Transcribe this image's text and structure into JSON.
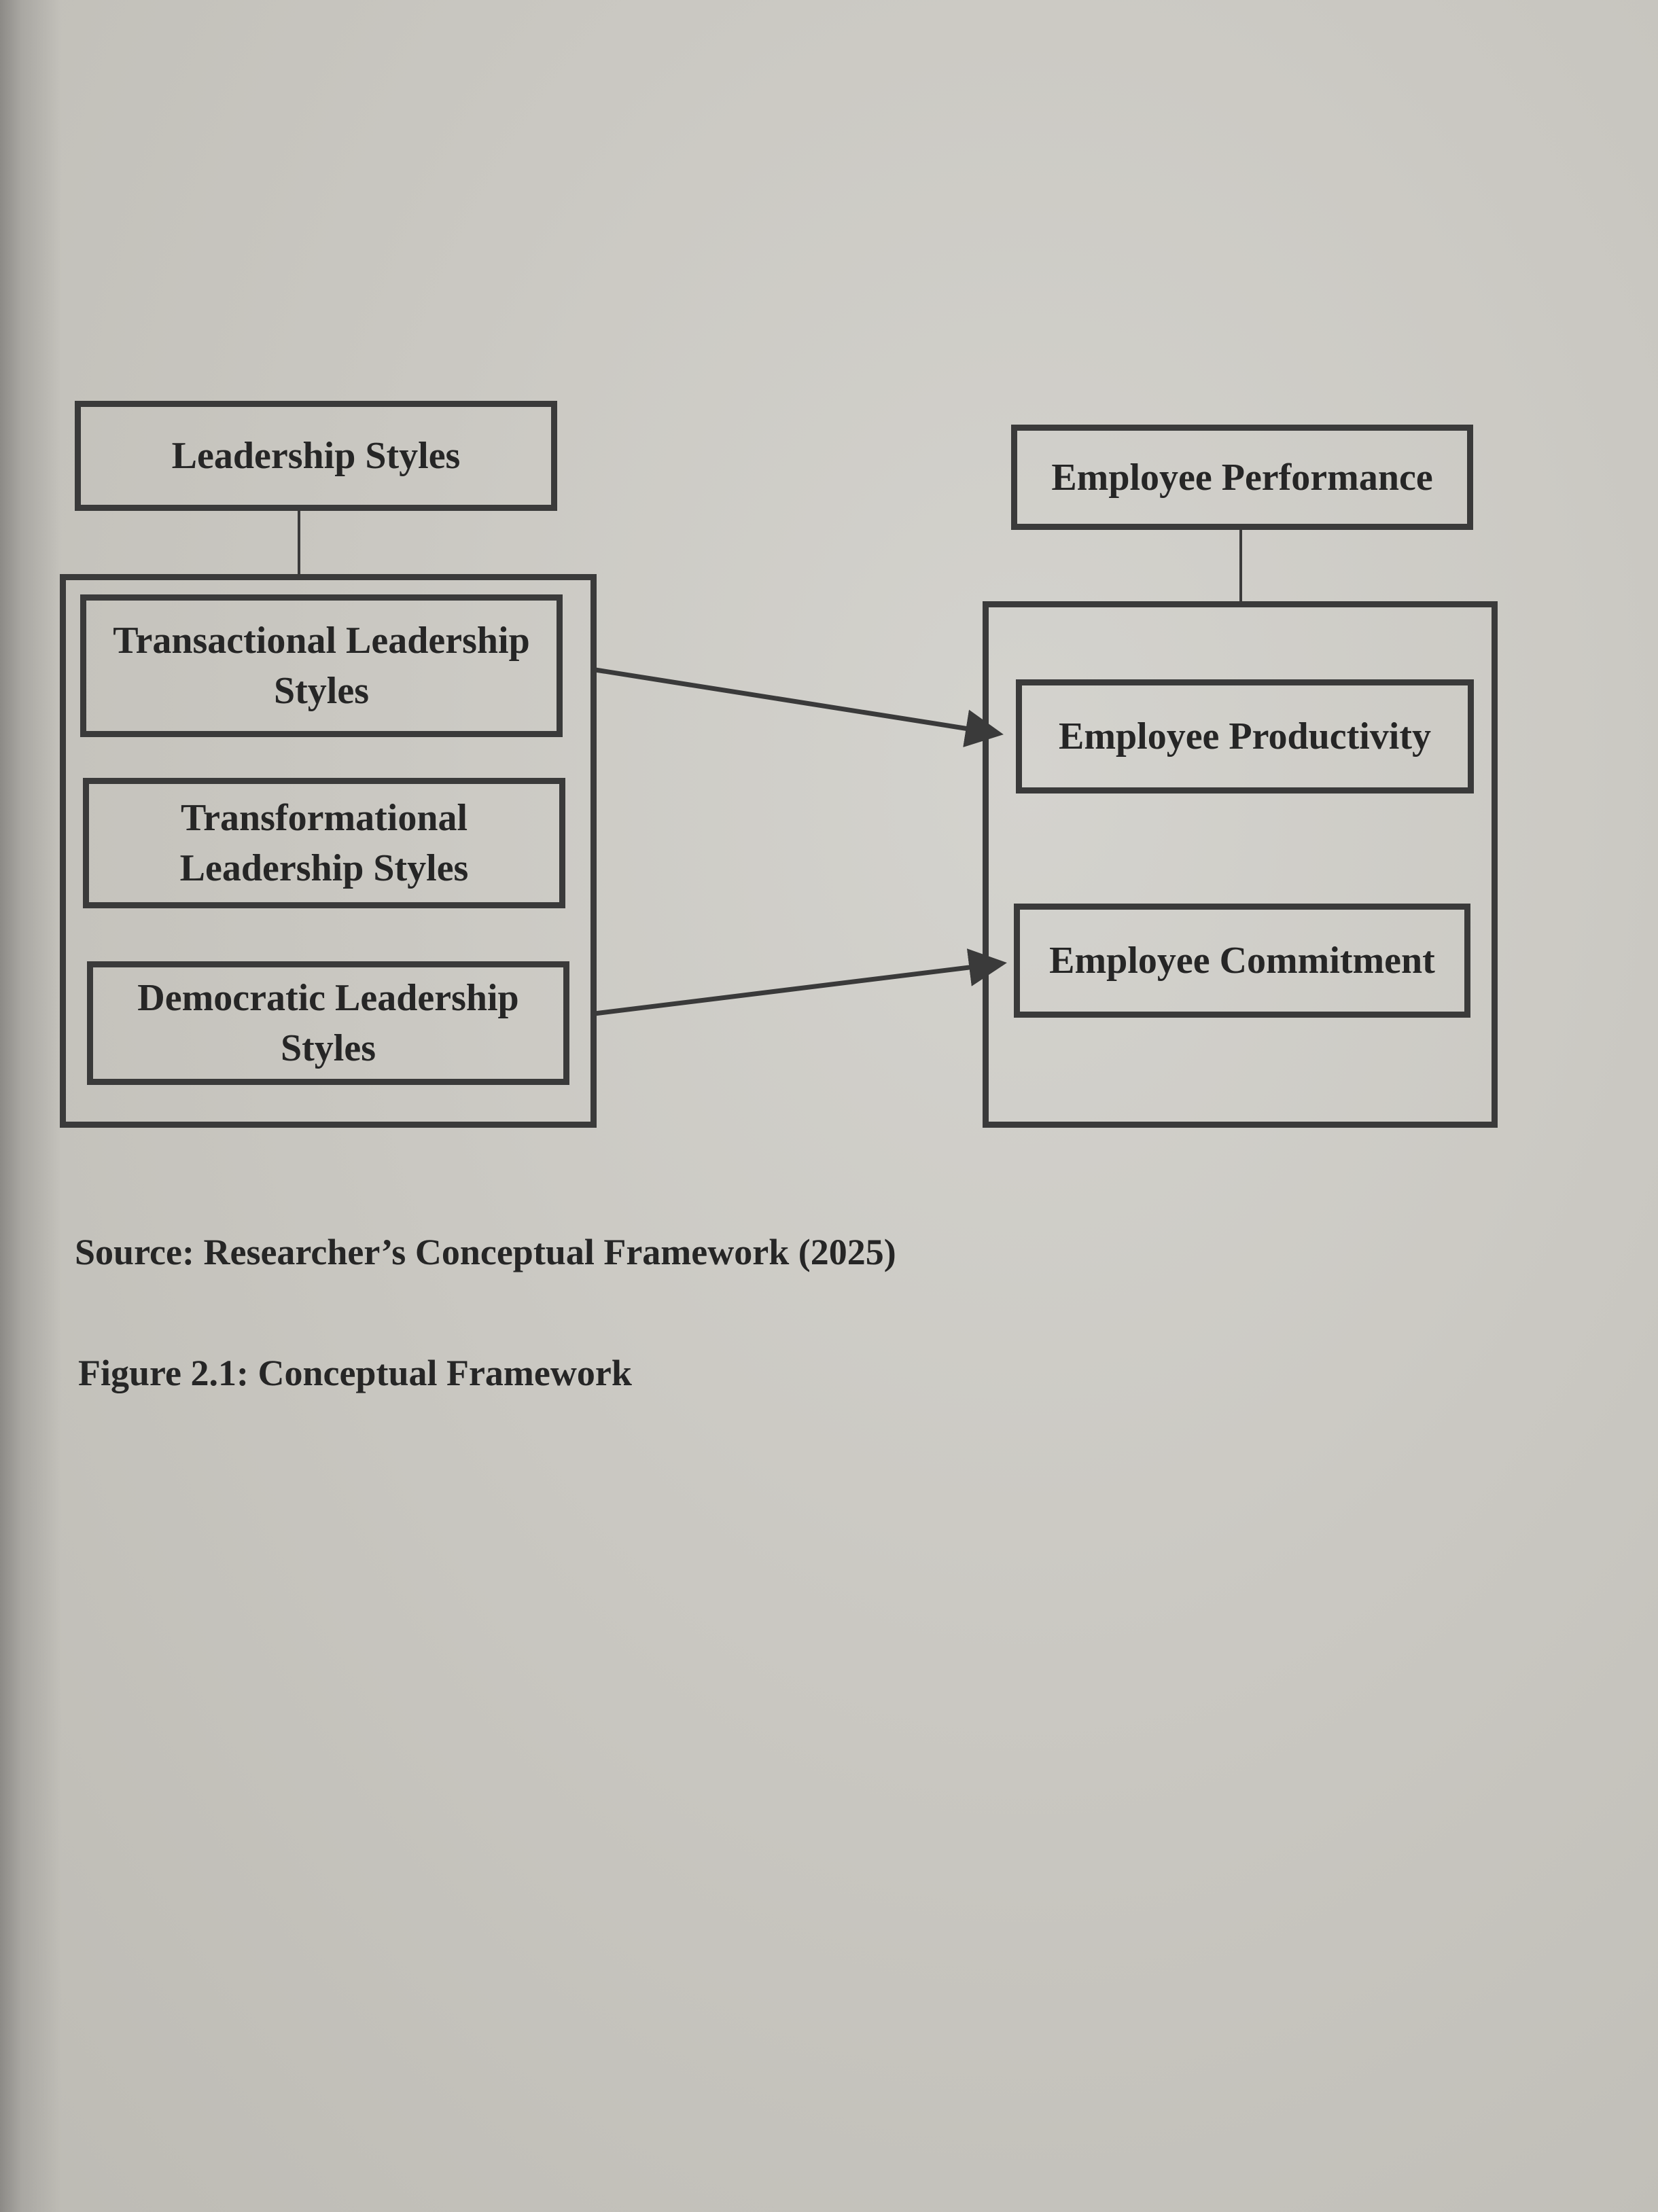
{
  "diagram": {
    "left_group": {
      "header": "Leadership Styles",
      "items": [
        "Transactional Leadership Styles",
        "Transformational Leadership Styles",
        "Democratic Leadership Styles"
      ]
    },
    "right_group": {
      "header": "Employee Performance",
      "items": [
        "Employee Productivity",
        "Employee Commitment"
      ]
    },
    "arrows": [
      {
        "from": "Transactional Leadership Styles",
        "to": "Employee Productivity"
      },
      {
        "from": "Democratic Leadership Styles",
        "to": "Employee Commitment"
      }
    ]
  },
  "captions": {
    "source": "Source: Researcher’s Conceptual Framework (2025)",
    "figure": "Figure 2.1: Conceptual Framework"
  }
}
